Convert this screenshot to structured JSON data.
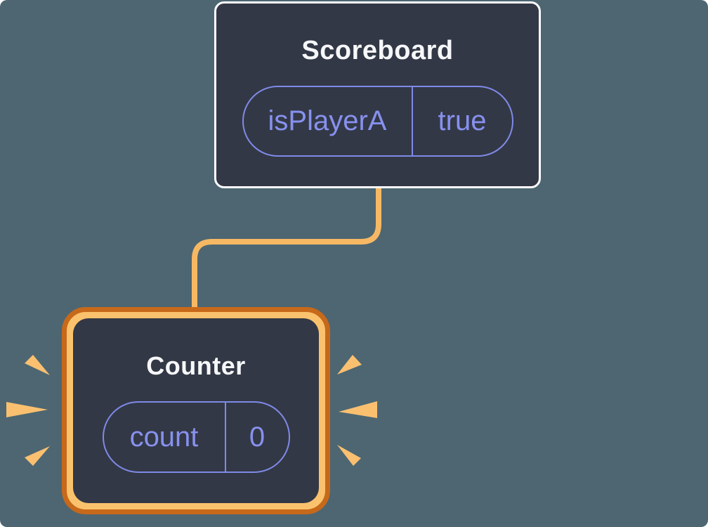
{
  "diagram": {
    "description": "React component tree diagram: parent component with state passes down to a highlighted child component whose state was just set",
    "scoreboard": {
      "title": "Scoreboard",
      "state_name": "isPlayerA",
      "state_value": "true",
      "highlighted": false
    },
    "counter": {
      "title": "Counter",
      "state_name": "count",
      "state_value": "0",
      "highlighted": true
    },
    "connector": {
      "from": "scoreboard",
      "to": "counter",
      "color": "#f7b864"
    },
    "colors": {
      "background": "#4d6672",
      "node_fill": "#333846",
      "node_border": "#fefefe",
      "pill_border": "#7f8ae8",
      "pill_text": "#8791ee",
      "title_text": "#f6f7f9",
      "highlight_ring_outer": "#c7691a",
      "highlight_ring_inner": "#fbc26d",
      "connector": "#f7b864",
      "spark": "#fac070"
    }
  }
}
